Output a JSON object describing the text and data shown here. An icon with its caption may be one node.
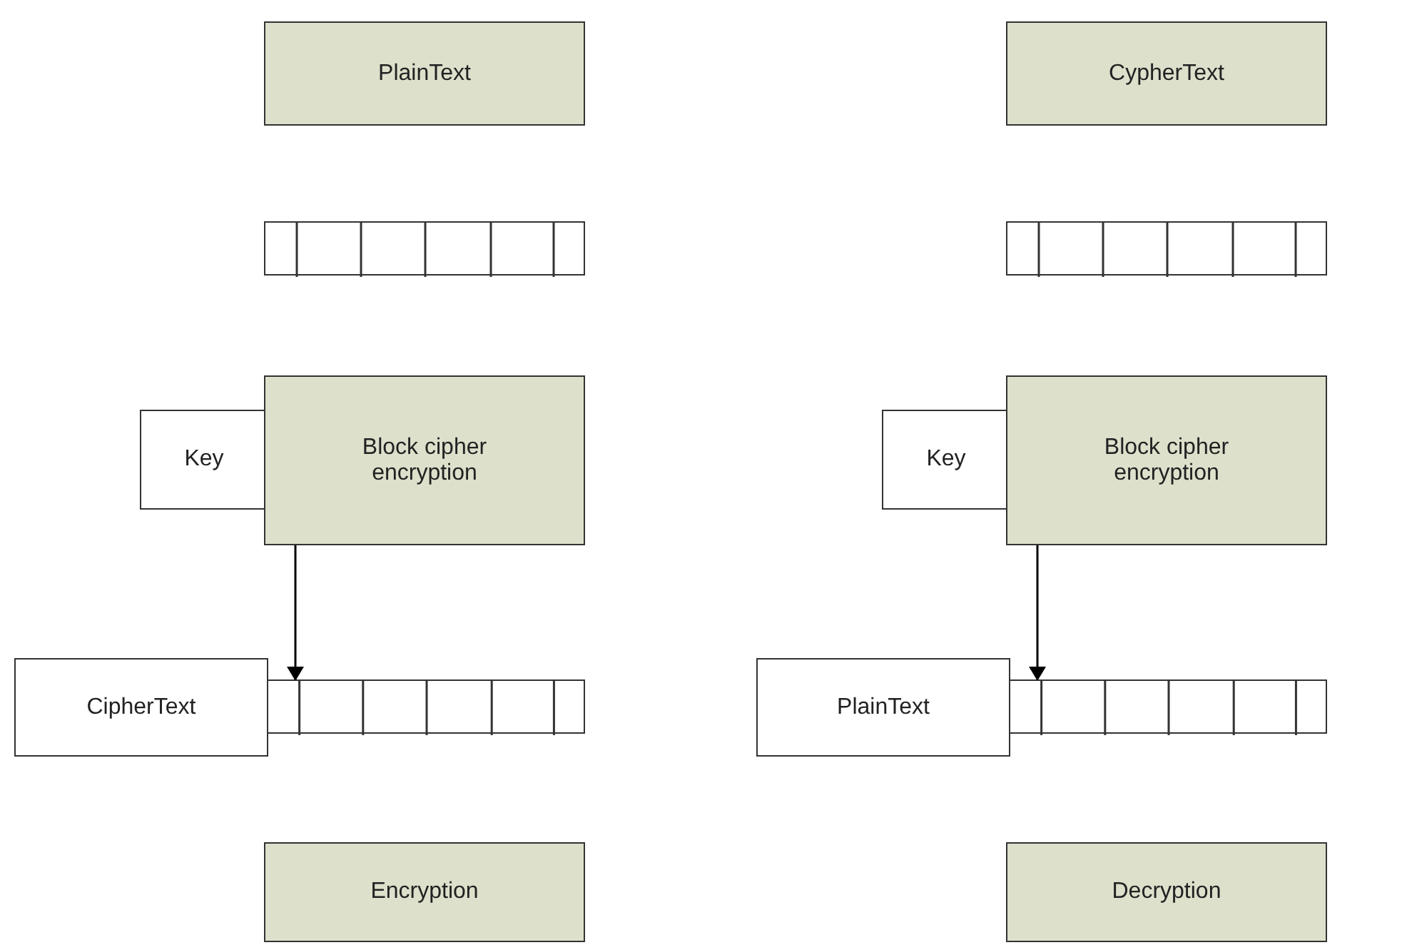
{
  "diagram": {
    "nodes": [
      {
        "text": [
          "PlainText"
        ]
      },
      {
        "text": [],
        "shape": "bar"
      },
      {
        "text": [
          "Key"
        ]
      },
      {
        "text": [
          "Block cipher encryption"
        ]
      },
      {
        "text": [
          "CipherText"
        ]
      },
      {
        "text": [],
        "shape": "bar"
      },
      {
        "text": [
          "Encryption"
        ]
      },
      {
        "text": [
          "CypherText"
        ]
      },
      {
        "text": [],
        "shape": "bar"
      },
      {
        "text": [
          "Key"
        ]
      },
      {
        "text": [
          "Block cipher encryption"
        ]
      },
      {
        "text": [
          "PlainText"
        ]
      },
      {
        "text": [],
        "shape": "bar"
      },
      {
        "text": [
          "Decryption"
        ]
      }
    ],
    "edges": [
      {
        "from": 3,
        "to": 5,
        "arrow": "to"
      },
      {
        "from": 10,
        "to": 12,
        "arrow": "to"
      }
    ]
  }
}
